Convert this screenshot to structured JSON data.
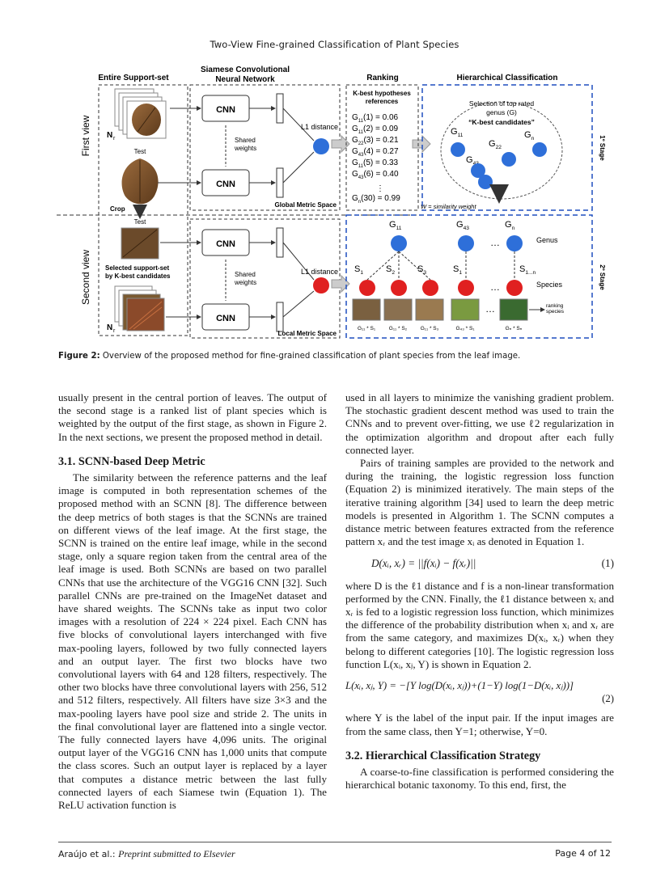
{
  "header": {
    "title": "Two-View Fine-grained Classification of Plant Species"
  },
  "figure": {
    "labels": {
      "entire_support_set": "Entire Support-set",
      "siamese_line1": "Siamese Convolutional",
      "siamese_line2": "Neural Network",
      "ranking": "Ranking",
      "hierarchical": "Hierarchical Classification",
      "first_view": "First view",
      "second_view": "Second view",
      "n": "N",
      "n_sub": "r",
      "test": "Test",
      "crop": "Crop",
      "cnn": "CNN",
      "shared1": "Shared",
      "shared2": "weights",
      "l1": "L1 distance",
      "global_space": "Global Metric Space",
      "local_space": "Local Metric Space",
      "selected1": "Selected support-set",
      "selected2": "by K-best candidates",
      "kbest_ref1": "K-best hypotheses",
      "kbest_ref2": "references",
      "sel_top1": "Selection of top rated",
      "sel_top2": "genus (G)",
      "sel_top3": "“K-best candidates”",
      "w_sim": "W = similarity weight",
      "stage1": "1º Stage",
      "stage2": "2º Stage",
      "genus": "Genus",
      "species": "Species",
      "ranking_species1": "ranking",
      "ranking_species2": "species",
      "dots": "…"
    },
    "ranking_list": [
      {
        "g": "G",
        "sub": "11",
        "rest": "(1) = 0.06"
      },
      {
        "g": "G",
        "sub": "11",
        "rest": "(2) = 0.09"
      },
      {
        "g": "G",
        "sub": "22",
        "rest": "(3) = 0.21"
      },
      {
        "g": "G",
        "sub": "43",
        "rest": "(4) = 0.27"
      },
      {
        "g": "G",
        "sub": "11",
        "rest": "(5) = 0.33"
      },
      {
        "g": "G",
        "sub": "43",
        "rest": "(6) = 0.40"
      },
      {
        "g": "G",
        "sub": "n",
        "rest": "(30) = 0.99"
      }
    ],
    "genus_labels": [
      {
        "g": "G",
        "sub": "11"
      },
      {
        "g": "G",
        "sub": "22"
      },
      {
        "g": "G",
        "sub": "n"
      },
      {
        "g": "G",
        "sub": "43"
      }
    ],
    "stage2_genus": [
      {
        "g": "G",
        "sub": "11"
      },
      {
        "g": "G",
        "sub": "43"
      },
      {
        "g": "G",
        "sub": "n"
      }
    ],
    "stage2_s": [
      {
        "s": "S",
        "sub": "1"
      },
      {
        "s": "S",
        "sub": "2"
      },
      {
        "s": "S",
        "sub": "3"
      },
      {
        "s": "S",
        "sub": "1"
      },
      {
        "s": "S",
        "sub": "1...n"
      }
    ],
    "bottom_labels": [
      "G₁₁ * S₁",
      "G₁₁ * S₂",
      "G₁₁ * S₃",
      "G₄₃ * S₁",
      "Gₙ * Sₙ"
    ]
  },
  "caption": {
    "label": "Figure 2:",
    "text": "Overview of the proposed method for fine-grained classification of plant species from the leaf image."
  },
  "left": {
    "p1": "usually present in the central portion of leaves. The output of the second stage is a ranked list of plant species which is weighted by the output of the first stage, as shown in Figure 2. In the next sections, we present the proposed method in detail.",
    "h31": "3.1.  SCNN-based Deep Metric",
    "p2": "The similarity between the reference patterns and the leaf image is computed in both representation schemes of the proposed method with an SCNN [8]. The difference between the deep metrics of both stages is that the SCNNs are trained on different views of the leaf image. At the first stage, the SCNN is trained on the entire leaf image, while in the second stage, only a square region taken from the central area of the leaf image is used. Both SCNNs are based on two parallel CNNs that use the architecture of the VGG16 CNN [32]. Such parallel CNNs are pre-trained on the ImageNet dataset and have shared weights. The SCNNs take as input two color images with a resolution of 224 × 224 pixel. Each CNN has five blocks of convolutional layers interchanged with five max-pooling layers, followed by two fully connected layers and an output layer. The first two blocks have two convolutional layers with 64 and 128 filters, respectively. The other two blocks have three convolutional layers with 256, 512 and 512 filters, respectively. All filters have size 3×3 and the max-pooling layers have pool size and stride 2. The units in the final convolutional layer are flattened into a single vector. The fully connected layers have 4,096 units. The original output layer of the VGG16 CNN has 1,000 units that compute the class scores. Such an output layer is replaced by a layer that computes a distance metric between the last fully connected layers of each Siamese twin (Equation 1). The ReLU activation function is"
  },
  "right": {
    "p1": "used in all layers to minimize the vanishing gradient problem. The stochastic gradient descent method was used to train the CNNs and to prevent over-fitting, we use ℓ2 regularization in the optimization algorithm and dropout after each fully connected layer.",
    "p2": "Pairs of training samples are provided to the network and during the training, the logistic regression loss function (Equation 2) is minimized iteratively. The main steps of the iterative training algorithm [34] used to learn the deep metric models is presented in Algorithm 1. The SCNN computes a distance metric between features extracted from the reference pattern xᵣ and the test image xᵢ as denoted in Equation 1.",
    "eq1": "D(xᵢ, xᵣ) = ||f(xᵢ) − f(xᵣ)||",
    "eq1_num": "(1)",
    "p3": "where D is the ℓ1 distance and f is a non-linear transformation performed by the CNN. Finally, the ℓ1 distance between xᵢ and xᵣ is fed to a logistic regression loss function, which minimizes the difference of the probability distribution when xᵢ and xᵣ are from the same category, and maximizes D(xᵢ, xᵣ) when they belong to different categories [10]. The logistic regression loss function L(xᵢ, xⱼ, Y) is shown in Equation 2.",
    "eq2": "L(xᵢ, xⱼ, Y) = −[Y log(D(xᵢ, xⱼ))+(1−Y) log(1−D(xᵢ, xⱼ))]",
    "eq2_num": "(2)",
    "p4": "where Y is the label of the input pair. If the input images are from the same class, then Y=1; otherwise, Y=0.",
    "h32": "3.2.  Hierarchical Classification Strategy",
    "p5": "A coarse-to-fine classification is performed considering the hierarchical botanic taxonomy. To this end, first, the"
  },
  "footer": {
    "authors": "Araújo et al.:",
    "venue": "Preprint submitted to Elsevier",
    "page": "Page 4 of 12"
  }
}
